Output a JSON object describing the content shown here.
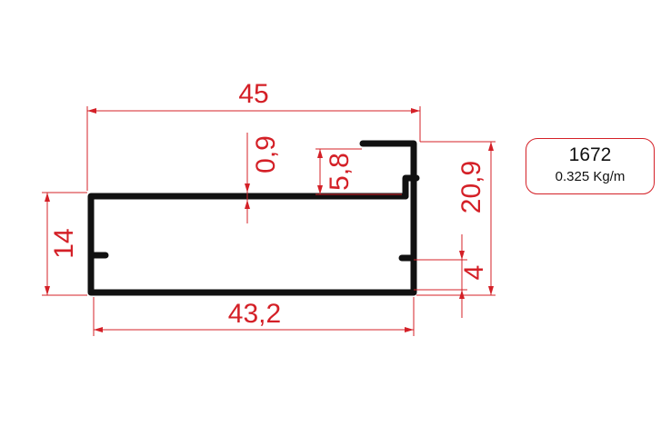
{
  "product": {
    "code": "1672",
    "weight": "0.325 Kg/m"
  },
  "dimensions": {
    "overall_width": "45",
    "inner_width": "43,2",
    "height": "14",
    "total_height": "20,9",
    "wall_thickness": "0,9",
    "lip_height": "5,8",
    "groove_offset": "4"
  },
  "colors": {
    "dimension": "#d42027",
    "profile": "#111111"
  }
}
